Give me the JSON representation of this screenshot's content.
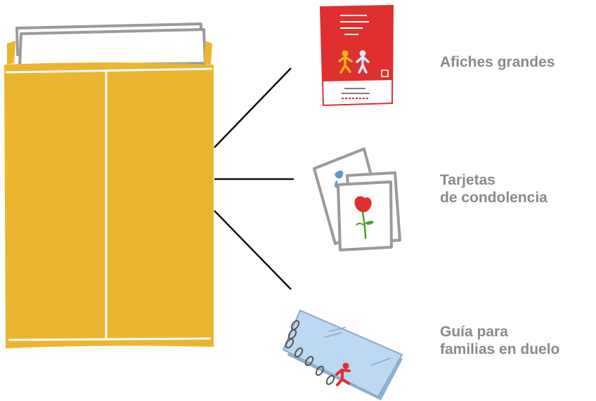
{
  "items": [
    {
      "id": "posters",
      "lines": [
        "Afiches grandes"
      ],
      "icon": "red-poster-icon"
    },
    {
      "id": "cards",
      "lines": [
        "Tarjetas",
        "de condolencia"
      ],
      "icon": "condolence-cards-icon"
    },
    {
      "id": "guide",
      "lines": [
        "Guía para",
        "familias en duelo"
      ],
      "icon": "spiral-guide-book-icon"
    }
  ],
  "colors": {
    "envelope": "#ebb530",
    "poster_red": "#e02f2f",
    "book_blue": "#bcd8f2",
    "label_gray": "#8a8a8a",
    "paper_outline": "#9a9a9a"
  }
}
